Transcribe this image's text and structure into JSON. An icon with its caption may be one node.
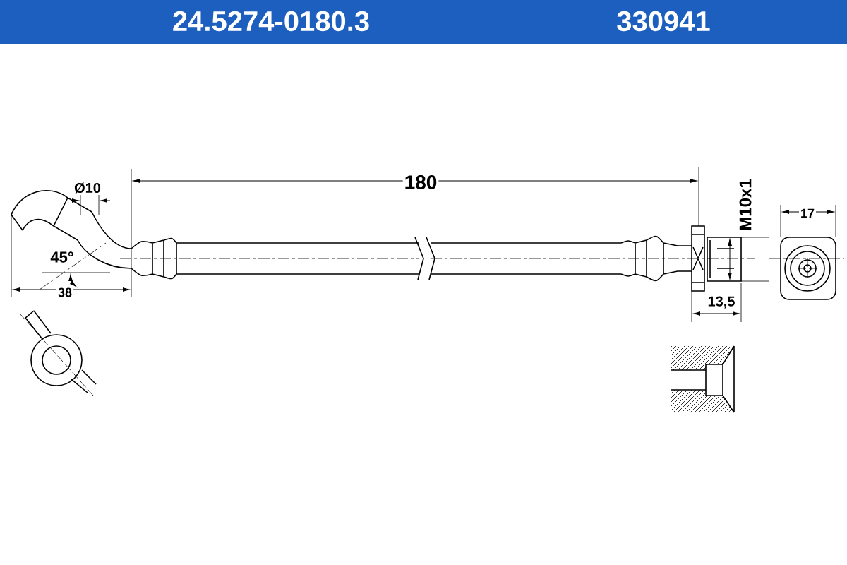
{
  "diagram": {
    "labels": [
      "24.5274-0180.3",
      "330941",
      "Ø10",
      "180",
      "M10x1",
      "17",
      "45°",
      "38",
      "13,5"
    ]
  }
}
